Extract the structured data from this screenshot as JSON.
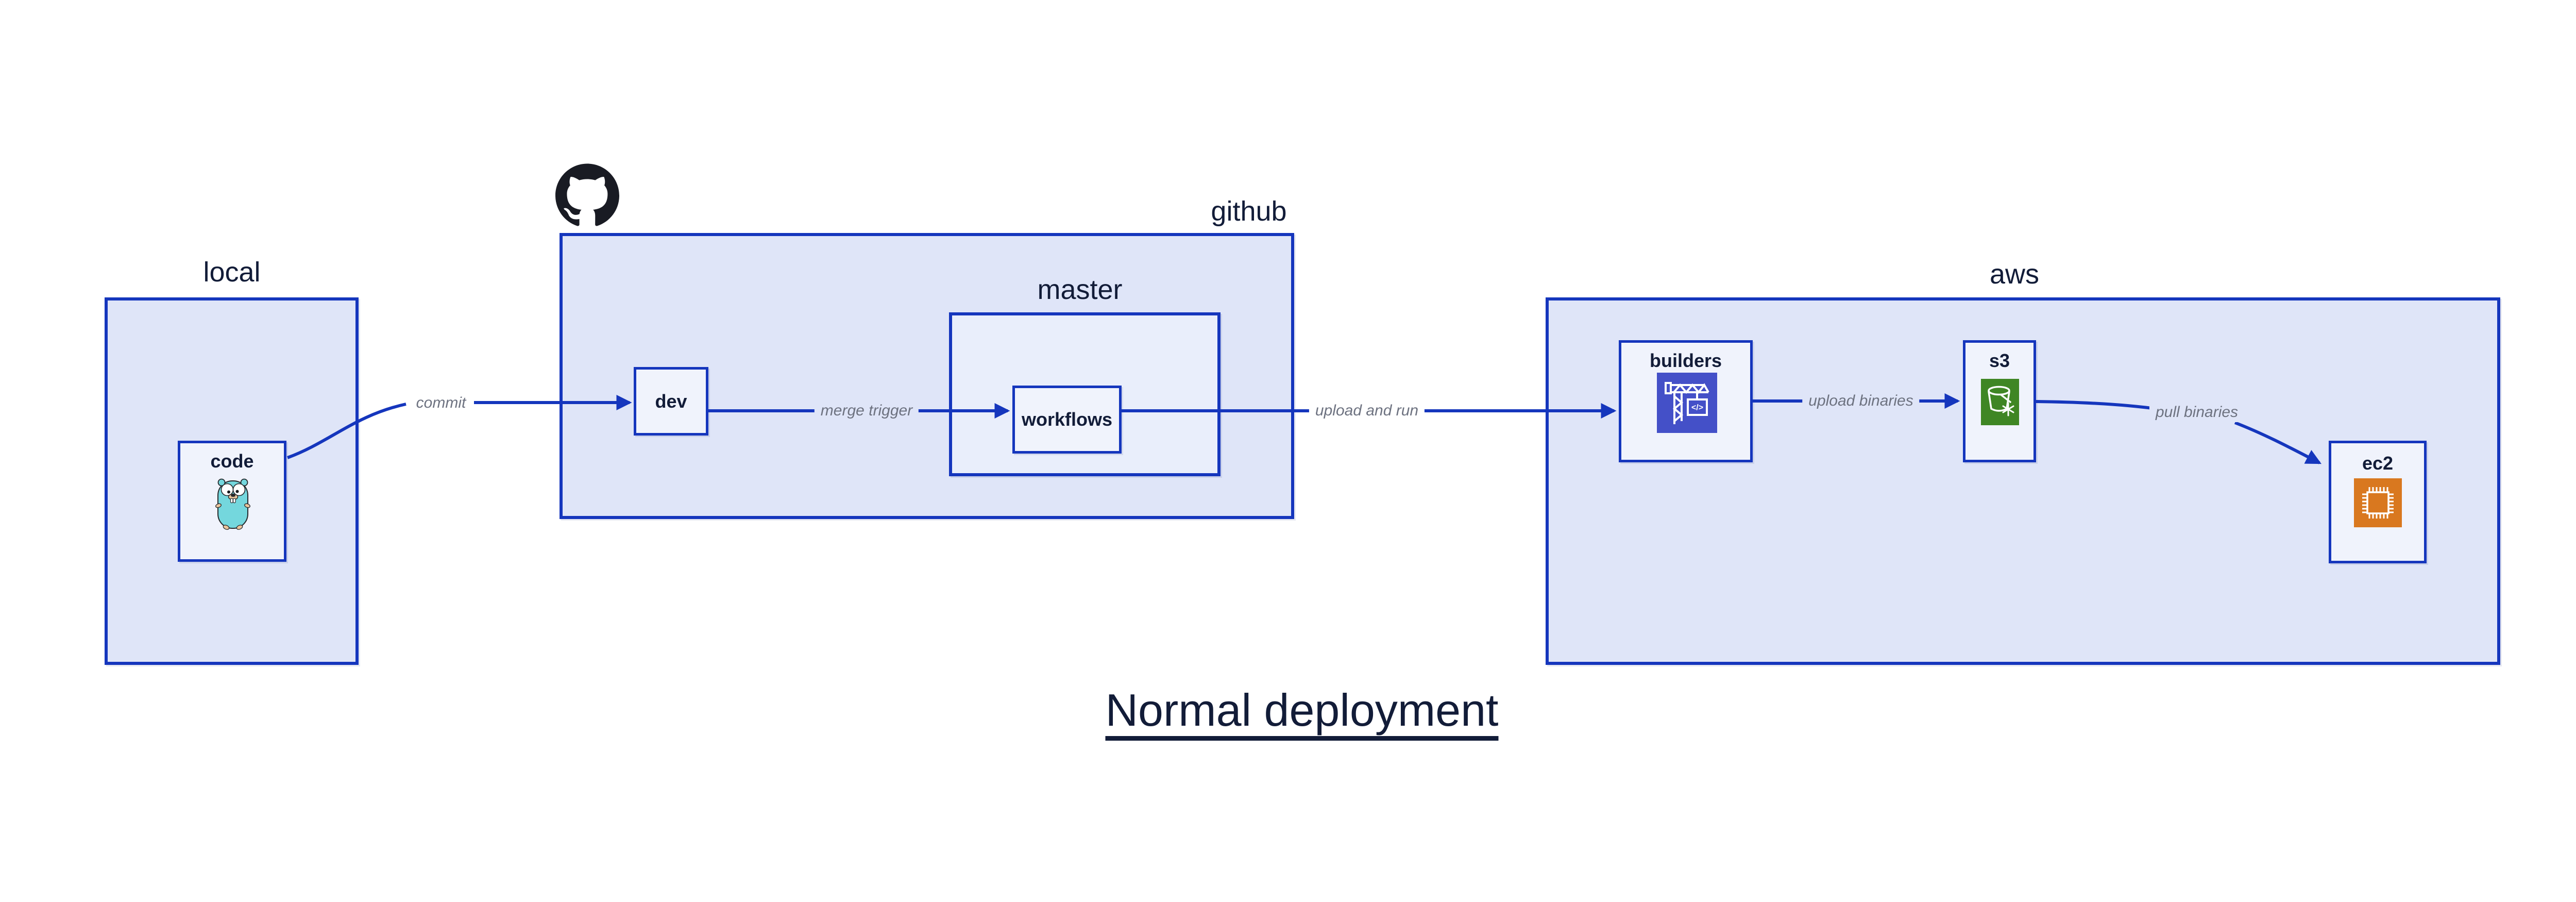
{
  "diagram": {
    "title": "Normal deployment",
    "groups": {
      "local": {
        "label": "local"
      },
      "github": {
        "label": "github",
        "icon": "github-octocat"
      },
      "master": {
        "label": "master"
      },
      "aws": {
        "label": "aws"
      }
    },
    "nodes": {
      "code": {
        "label": "code",
        "icon": "go-gopher"
      },
      "dev": {
        "label": "dev"
      },
      "workflows": {
        "label": "workflows"
      },
      "builders": {
        "label": "builders",
        "icon": "aws-codebuild-crane",
        "icon_glyph": "</>"
      },
      "s3": {
        "label": "s3",
        "icon": "aws-s3-bucket-snowflake"
      },
      "ec2": {
        "label": "ec2",
        "icon": "aws-ec2-chip"
      }
    },
    "edges": [
      {
        "id": "commit",
        "from": "code",
        "to": "dev",
        "label": "commit"
      },
      {
        "id": "merge-trigger",
        "from": "dev",
        "to": "workflows",
        "label": "merge trigger"
      },
      {
        "id": "upload-and-run",
        "from": "workflows",
        "to": "builders",
        "label": "upload and run"
      },
      {
        "id": "upload-binaries",
        "from": "builders",
        "to": "s3",
        "label": "upload binaries"
      },
      {
        "id": "pull-binaries",
        "from": "s3",
        "to": "ec2",
        "label": "pull binaries"
      }
    ],
    "colors": {
      "edge_and_border_blue": "#1536bd",
      "group_fill": "#dfe5f8",
      "master_fill": "#e9eefb",
      "node_fill": "#f0f3fc",
      "text_dark": "#121c38",
      "edge_label_gray": "#6d7280",
      "codebuild_purple": "#4450c8",
      "s3_green": "#3f8624",
      "ec2_orange": "#d9781f",
      "octocat_black": "#191b23",
      "gopher_teal": "#74d7dd"
    }
  }
}
